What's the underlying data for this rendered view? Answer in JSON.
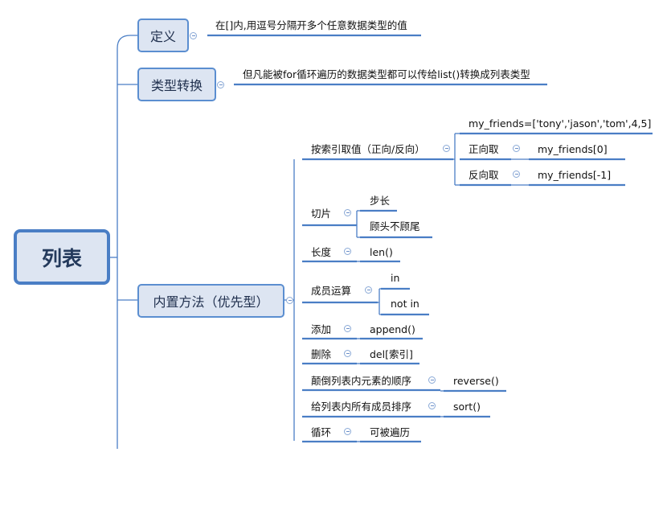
{
  "root": {
    "label": "列表"
  },
  "branches": {
    "definition": {
      "label": "定义",
      "detail": "在[]内,用逗号分隔开多个任意数据类型的值"
    },
    "conversion": {
      "label": "类型转换",
      "detail": "但凡能被for循环遍历的数据类型都可以传给list()转换成列表类型"
    },
    "builtin": {
      "label": "内置方法（优先型）",
      "index": {
        "label": "按索引取值（正向/反向）",
        "example": "my_friends=['tony','jason','tom',4,5]",
        "forward": {
          "label": "正向取",
          "value": "my_friends[0]"
        },
        "backward": {
          "label": "反向取",
          "value": "my_friends[-1]"
        }
      },
      "slice": {
        "label": "切片",
        "items": [
          "步长",
          "顾头不顾尾"
        ]
      },
      "length": {
        "label": "长度",
        "value": "len()"
      },
      "membership": {
        "label": "成员运算",
        "items": [
          "in",
          "not in"
        ]
      },
      "append": {
        "label": "添加",
        "value": "append()"
      },
      "delete": {
        "label": "删除",
        "value": "del[索引]"
      },
      "reverse": {
        "label": "颠倒列表内元素的顺序",
        "value": "reverse()"
      },
      "sort": {
        "label": "给列表内所有成员排序",
        "value": "sort()"
      },
      "loop": {
        "label": "循环",
        "value": "可被遍历"
      }
    }
  },
  "colors": {
    "line": "#4a7ec5",
    "node_fill": "#dde5f2",
    "node_border": "#5b8ed0"
  }
}
